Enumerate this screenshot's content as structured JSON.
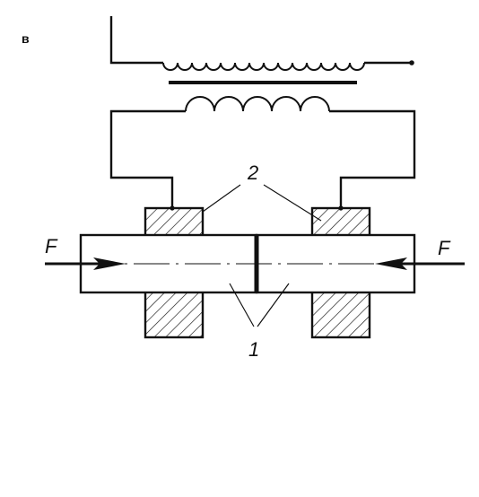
{
  "figure": {
    "panel_letter": "в",
    "force_symbol": "F",
    "labels": {
      "workpieces": "1",
      "electrodes": "2"
    }
  }
}
